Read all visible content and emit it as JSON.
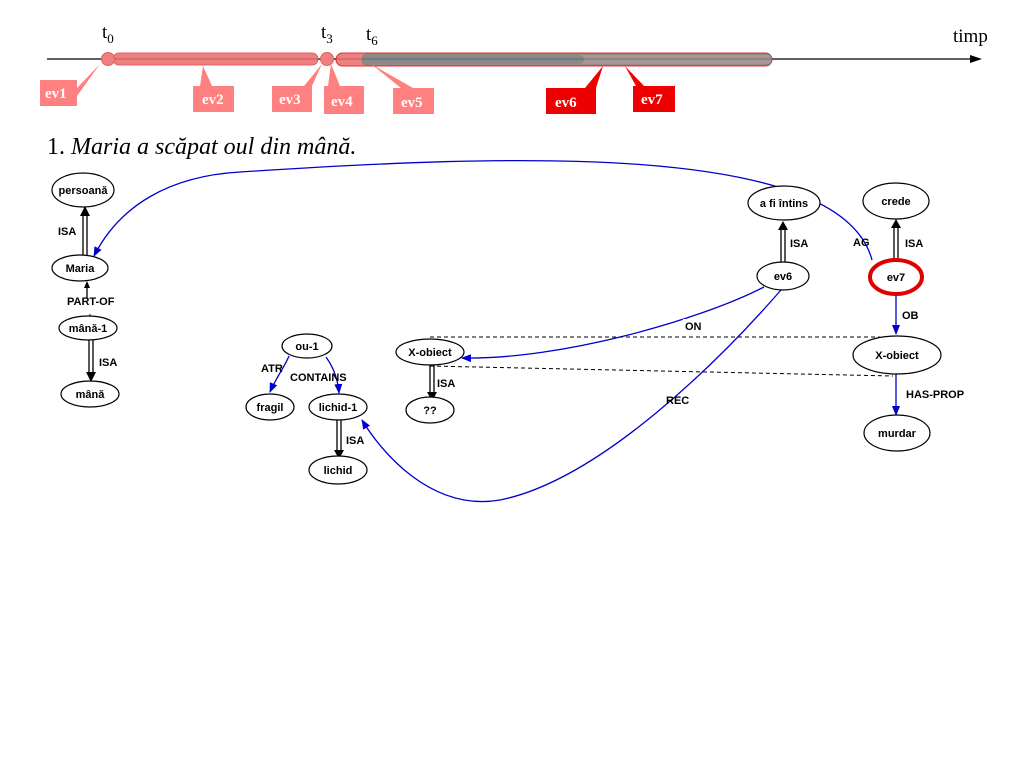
{
  "timeline": {
    "axis_label": "timp",
    "ticks": [
      {
        "base": "t",
        "sub": "0"
      },
      {
        "base": "t",
        "sub": "3"
      },
      {
        "base": "t",
        "sub": "6"
      }
    ],
    "events": [
      {
        "label": "ev1",
        "color": "#ff8080"
      },
      {
        "label": "ev2",
        "color": "#ff8080"
      },
      {
        "label": "ev3",
        "color": "#ff8080"
      },
      {
        "label": "ev4",
        "color": "#ff8080"
      },
      {
        "label": "ev5",
        "color": "#ff8080"
      },
      {
        "label": "ev6",
        "color": "#ee0000"
      },
      {
        "label": "ev7",
        "color": "#ee0000"
      }
    ]
  },
  "sentence": {
    "number": "1.",
    "text": "Maria a scăpat oul din mână."
  },
  "graph": {
    "nodes": {
      "persoana": "persoană",
      "maria": "Maria",
      "mana1": "mână-1",
      "mana": "mână",
      "ou1": "ou-1",
      "fragil": "fragil",
      "lichid1": "lichid-1",
      "lichid": "lichid",
      "xobiect1": "X-obiect",
      "qq": "??",
      "afiintins": "a fi întins",
      "ev6": "ev6",
      "crede": "crede",
      "ev7": "ev7",
      "xobiect2": "X-obiect",
      "murdar": "murdar"
    },
    "edges": {
      "isa_maria": "ISA",
      "partof": "PART-OF",
      "isa_mana": "ISA",
      "atr": "ATR",
      "contains": "CONTAINS",
      "isa_lichid": "ISA",
      "isa_xobiect": "ISA",
      "isa_ev6": "ISA",
      "on": "ON",
      "rec": "REC",
      "ag": "AG",
      "isa_ev7": "ISA",
      "ob": "OB",
      "hasprop": "HAS-PROP"
    },
    "colors": {
      "semantic_link": "#0000cc",
      "highlight": "#e00000"
    }
  }
}
